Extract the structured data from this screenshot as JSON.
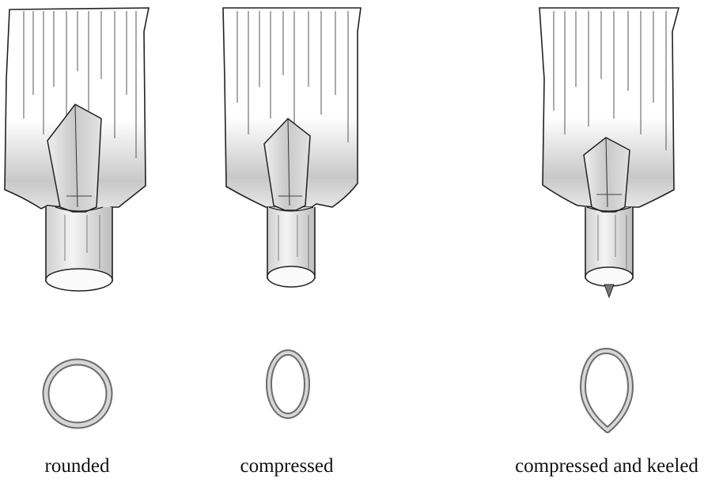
{
  "figure": {
    "panels": [
      {
        "id": "rounded",
        "label": "rounded",
        "section": "circle"
      },
      {
        "id": "compressed",
        "label": "compressed",
        "section": "ellipse"
      },
      {
        "id": "compressed-keeled",
        "label": "compressed and keeled",
        "section": "keeled"
      }
    ]
  },
  "colors": {
    "ink": "#222222",
    "shade": "#b9b9b9",
    "section_fill": "#d9d9d9",
    "paper": "#ffffff"
  }
}
